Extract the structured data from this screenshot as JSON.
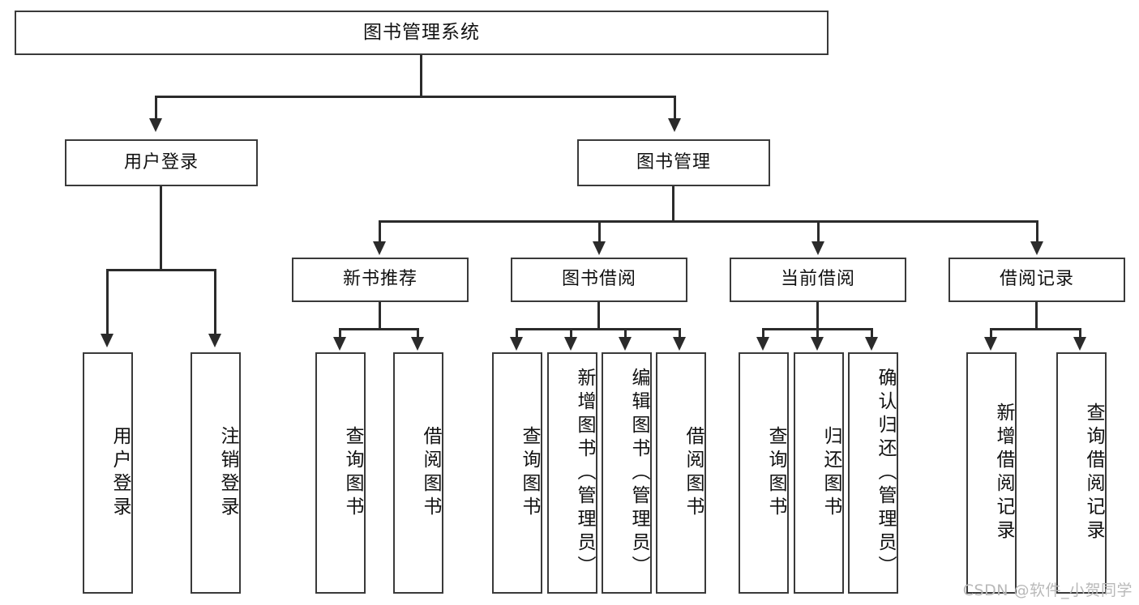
{
  "diagram": {
    "title": "图书管理系统",
    "type": "tree",
    "watermark": "CSDN @软件_小贺同学",
    "colors": {
      "background": "#ffffff",
      "box_border": "#3a3a3a",
      "connector": "#2b2b2b",
      "text": "#111111",
      "watermark": "#b9b9b9"
    },
    "root": {
      "label": "图书管理系统"
    },
    "level2": [
      {
        "id": "user-login",
        "label": "用户登录"
      },
      {
        "id": "book-manage",
        "label": "图书管理"
      }
    ],
    "level3": [
      {
        "id": "new-book-rec",
        "label": "新书推荐",
        "parent": "book-manage"
      },
      {
        "id": "book-borrow",
        "label": "图书借阅",
        "parent": "book-manage"
      },
      {
        "id": "current-borrow",
        "label": "当前借阅",
        "parent": "book-manage"
      },
      {
        "id": "borrow-record",
        "label": "借阅记录",
        "parent": "book-manage"
      }
    ],
    "leaves": {
      "user-login": [
        {
          "id": "leaf-user-login",
          "label": "用户登录"
        },
        {
          "id": "leaf-user-logout",
          "label": "注销登录"
        }
      ],
      "new-book-rec": [
        {
          "id": "leaf-query-book-1",
          "label": "查询图书"
        },
        {
          "id": "leaf-borrow-book-1",
          "label": "借阅图书"
        }
      ],
      "book-borrow": [
        {
          "id": "leaf-query-book-2",
          "label": "查询图书"
        },
        {
          "id": "leaf-add-book",
          "label": "新增图书（管理员）"
        },
        {
          "id": "leaf-edit-book",
          "label": "编辑图书（管理员）"
        },
        {
          "id": "leaf-borrow-book-2",
          "label": "借阅图书"
        }
      ],
      "current-borrow": [
        {
          "id": "leaf-query-book-3",
          "label": "查询图书"
        },
        {
          "id": "leaf-return-book",
          "label": "归还图书"
        },
        {
          "id": "leaf-confirm-return",
          "label": "确认归还（管理员）"
        }
      ],
      "borrow-record": [
        {
          "id": "leaf-add-record",
          "label": "新增借阅记录"
        },
        {
          "id": "leaf-query-record",
          "label": "查询借阅记录"
        }
      ]
    }
  }
}
